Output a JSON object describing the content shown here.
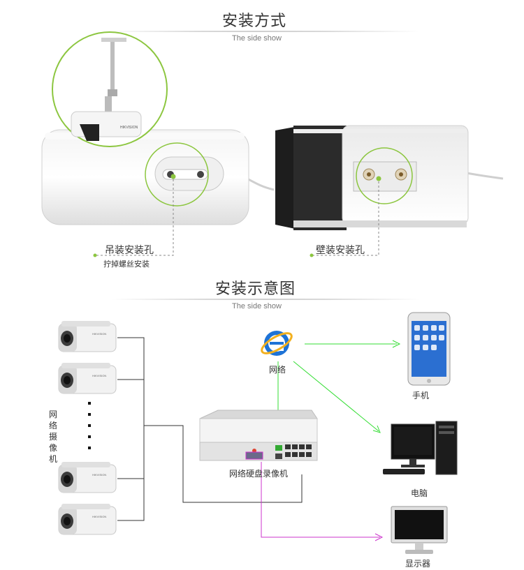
{
  "section1": {
    "title": "安装方式",
    "subtitle": "The side show",
    "brand_logo": "HIKVISION",
    "label_ceiling": "吊装安装孔",
    "label_ceiling_sub": "拧掉螺丝安装",
    "label_wall": "壁装安装孔"
  },
  "section2": {
    "title": "安装示意图",
    "subtitle": "The side show",
    "camera_group_label": "网络摄像机",
    "network_label": "网络",
    "nvr_label": "网络硬盘录像机",
    "phone_label": "手机",
    "pc_label": "电脑",
    "monitor_label": "显示器"
  },
  "colors": {
    "accent_green": "#8cc63f",
    "line_green": "#33dd33",
    "line_magenta": "#cc33cc",
    "line_black": "#333333"
  }
}
